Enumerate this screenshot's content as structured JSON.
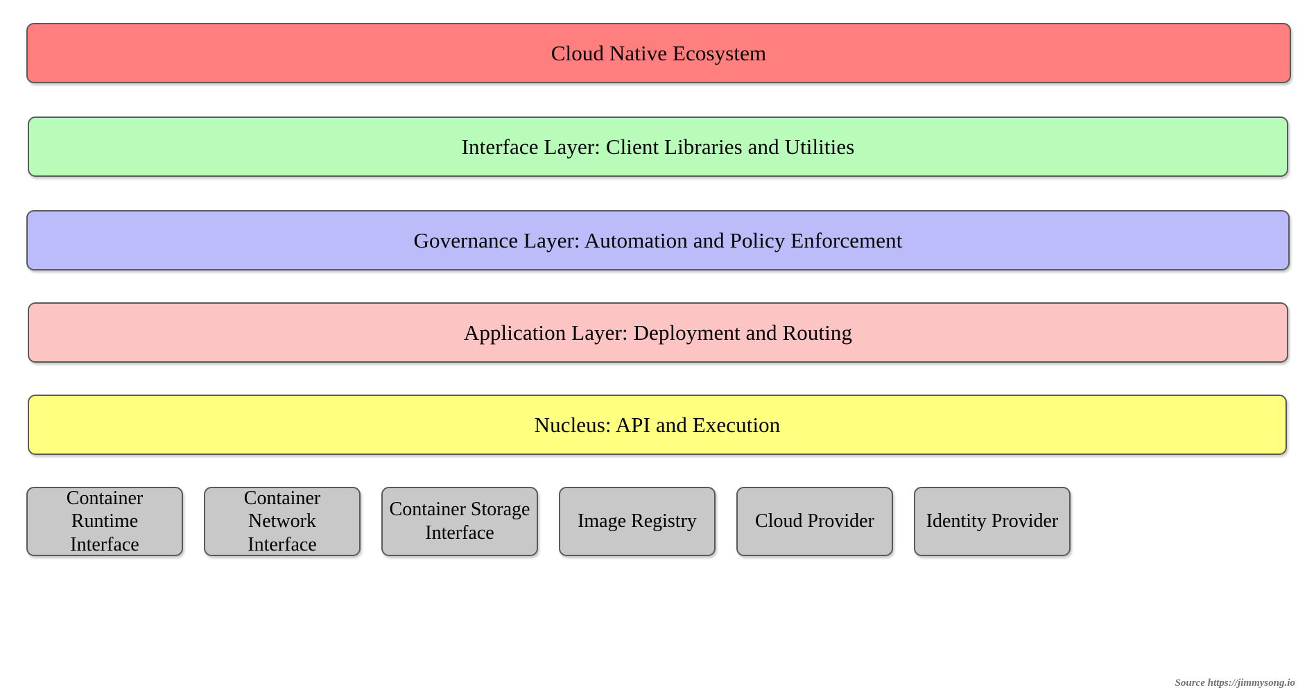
{
  "diagram": {
    "title_implied": "Cloud Native Layered Architecture",
    "background_color": "#ffffff",
    "border_color": "#5a5a5a",
    "layers": [
      {
        "label": "Cloud Native Ecosystem",
        "color": "#ff7f7f",
        "role": "ecosystem"
      },
      {
        "label": "Interface Layer: Client Libraries and Utilities",
        "color": "#b9fbb9",
        "role": "interface-layer"
      },
      {
        "label": "Governance Layer: Automation and Policy Enforcement",
        "color": "#bcbcfb",
        "role": "governance-layer"
      },
      {
        "label": "Application Layer: Deployment and Routing",
        "color": "#fdc4c4",
        "role": "application-layer"
      },
      {
        "label": "Nucleus: API and Execution",
        "color": "#ffff80",
        "role": "nucleus-layer"
      }
    ],
    "components": [
      {
        "label": "Container Runtime Interface",
        "color": "#c8c8c8"
      },
      {
        "label": "Container Network Interface",
        "color": "#c8c8c8"
      },
      {
        "label": "Container Storage Interface",
        "color": "#c8c8c8"
      },
      {
        "label": "Image Registry",
        "color": "#c8c8c8"
      },
      {
        "label": "Cloud Provider",
        "color": "#c8c8c8"
      },
      {
        "label": "Identity Provider",
        "color": "#c8c8c8"
      }
    ],
    "source_note": "Source https://jimmysong.io"
  }
}
